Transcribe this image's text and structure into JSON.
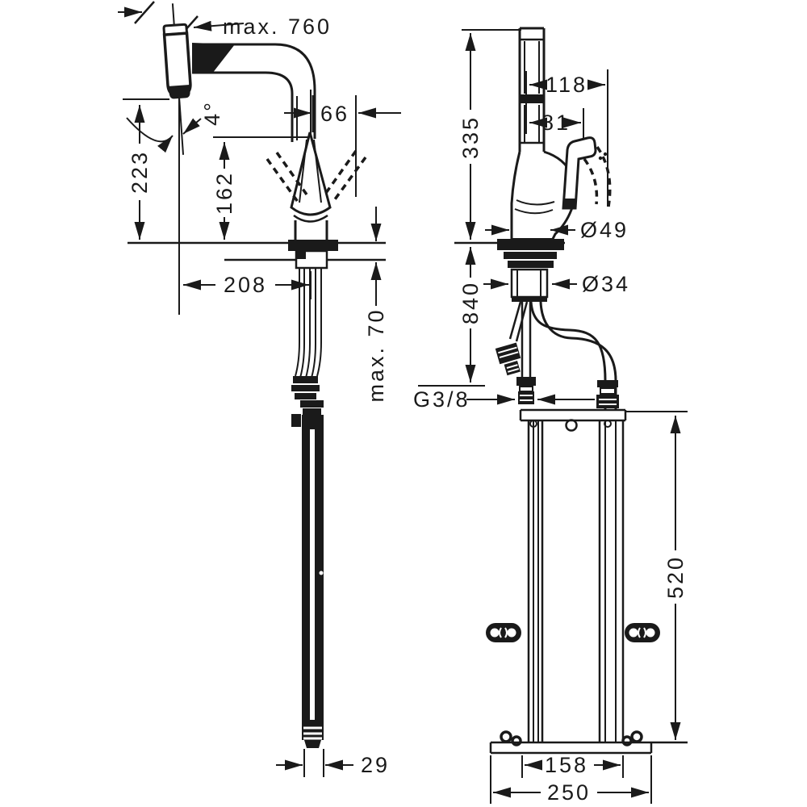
{
  "diagram": {
    "type": "technical-installation-drawing",
    "colors": {
      "line": "#1a1a1a",
      "background": "#ffffff"
    },
    "labels": {
      "max_pullout": "max. 760",
      "angle": "4°",
      "height_223": "223",
      "height_162": "162",
      "offset_66": "66",
      "reach_208": "208",
      "max_thickness": "max. 70",
      "hose_width_29": "29",
      "height_335": "335",
      "width_118": "118",
      "width_81": "81",
      "diameter_49": "Ø49",
      "diameter_34": "Ø34",
      "hose_length_840": "840",
      "thread": "G3/8",
      "box_height_520": "520",
      "base_width_158": "158",
      "base_width_250": "250"
    }
  }
}
